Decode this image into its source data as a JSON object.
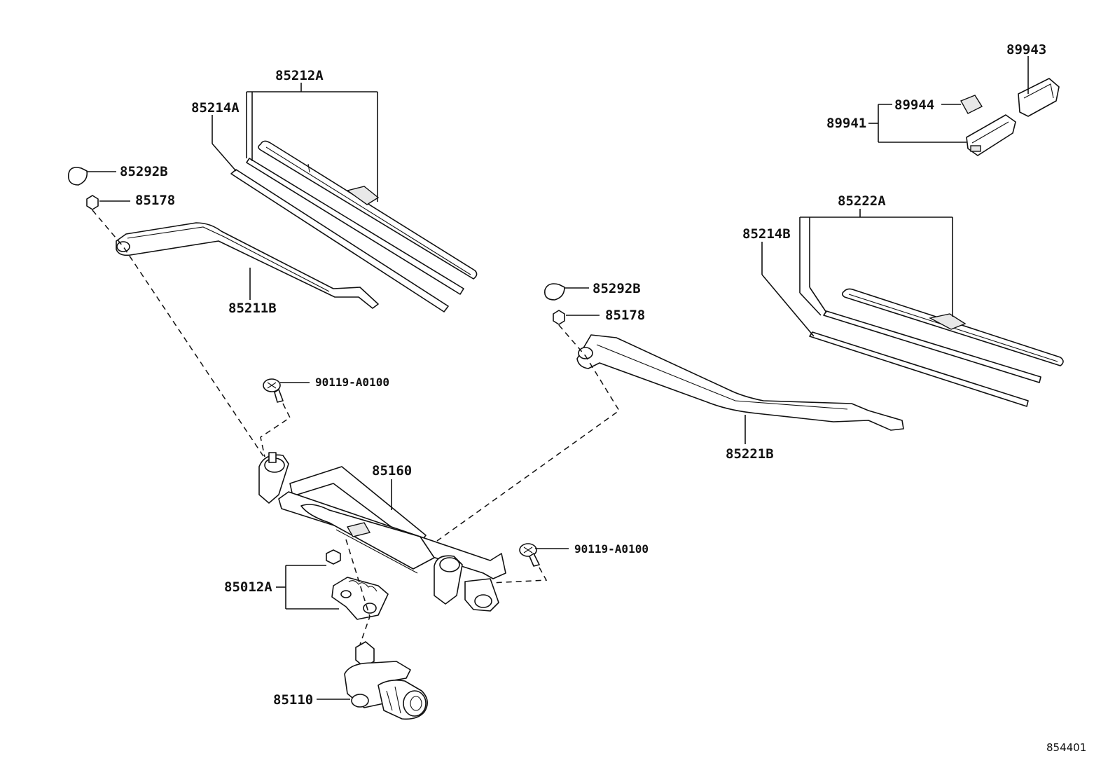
{
  "diagram": {
    "labels": {
      "p85212A": "85212A",
      "p85214A": "85214A",
      "p85292B_left": "85292B",
      "p85178_left": "85178",
      "p85211B": "85211B",
      "p85292B_right": "85292B",
      "p85178_right": "85178",
      "p85221B": "85221B",
      "p85222A": "85222A",
      "p85214B": "85214B",
      "p89943": "89943",
      "p89944": "89944",
      "p89941": "89941",
      "p90119_left": "90119-A0100",
      "p90119_right": "90119-A0100",
      "p85160": "85160",
      "p85012A": "85012A",
      "p85110": "85110",
      "illustration_id": "854401"
    }
  }
}
